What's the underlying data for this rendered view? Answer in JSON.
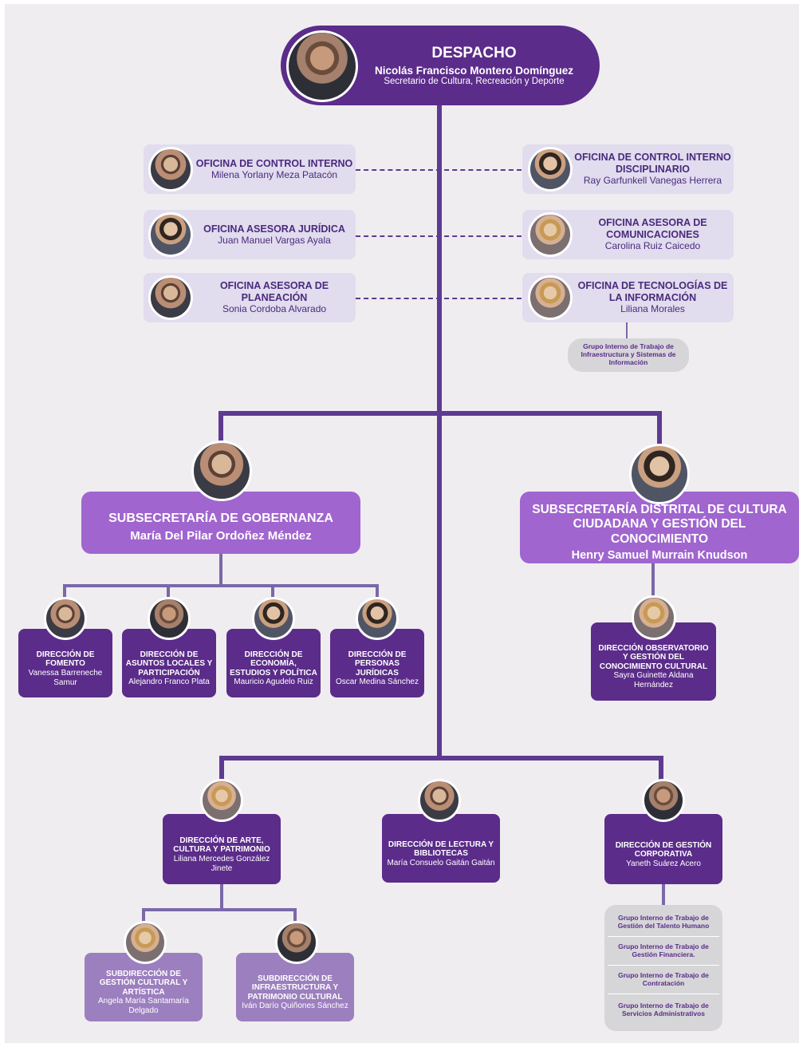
{
  "despacho": {
    "title": "DESPACHO",
    "name": "Nicolás Francisco Montero Domínguez",
    "role": "Secretario de Cultura, Recreación y Deporte"
  },
  "oficinas": [
    {
      "title": "OFICINA DE CONTROL INTERNO",
      "name": "Milena Yorlany Meza Patacón"
    },
    {
      "title": "OFICINA DE CONTROL INTERNO DISCIPLINARIO",
      "name": "Ray Garfunkell Vanegas Herrera"
    },
    {
      "title": "OFICINA ASESORA JURÍDICA",
      "name": "Juan Manuel Vargas Ayala"
    },
    {
      "title": "OFICINA ASESORA DE COMUNICACIONES",
      "name": "Carolina Ruiz Caicedo"
    },
    {
      "title": "OFICINA ASESORA DE PLANEACIÓN",
      "name": "Sonia Cordoba  Alvarado"
    },
    {
      "title": "OFICINA DE TECNOLOGÍAS DE LA INFORMACIÓN",
      "name": "Liliana Morales"
    }
  ],
  "grupo_ti": "Grupo Interno de Trabajo de Infraestructura y Sistemas de Información",
  "gobernanza": {
    "title": "SUBSECRETARÍA DE GOBERNANZA",
    "name": "María Del Pilar Ordoñez Méndez"
  },
  "cultura_ciudadana": {
    "title": "SUBSECRETARÍA DISTRITAL DE CULTURA CIUDADANA Y GESTIÓN DEL CONOCIMIENTO",
    "name": "Henry Samuel Murrain Knudson"
  },
  "direcciones_gobernanza": [
    {
      "title": "DIRECCIÓN DE FOMENTO",
      "name": "Vanessa Barreneche Samur"
    },
    {
      "title": "DIRECCIÓN DE ASUNTOS LOCALES Y PARTICIPACIÓN",
      "name": "Alejandro Franco Plata"
    },
    {
      "title": "DIRECCIÓN DE ECONOMÍA, ESTUDIOS Y POLÍTICA",
      "name": "Mauricio Agudelo Ruiz"
    },
    {
      "title": "DIRECCIÓN DE PERSONAS JURÍDICAS",
      "name": "Oscar Medina Sánchez"
    }
  ],
  "direccion_observatorio": {
    "title": "DIRECCIÓN OBSERVATORIO Y GESTIÓN DEL CONOCIMIENTO CULTURAL",
    "name": "Sayra Guinette Aldana Hernández"
  },
  "direcciones_base": [
    {
      "title": "DIRECCIÓN DE ARTE, CULTURA Y PATRIMONIO",
      "name": "Liliana Mercedes González Jinete"
    },
    {
      "title": "DIRECCIÓN DE LECTURA Y BIBLIOTECAS",
      "name": "María Consuelo Gaitán Gaitán"
    },
    {
      "title": "DIRECCIÓN DE GESTIÓN CORPORATIVA",
      "name": "Yaneth Suárez Acero"
    }
  ],
  "subdirecciones": [
    {
      "title": "SUBDIRECCIÓN DE GESTIÓN CULTURAL Y ARTÍSTICA",
      "name": "Angela María Santamaría Delgado"
    },
    {
      "title": "SUBDIRECCIÓN DE INFRAESTRUCTURA Y PATRIMONIO CULTURAL",
      "name": "Iván Darío Quiñones Sánchez"
    }
  ],
  "grupos_corporativa": [
    "Grupo Interno de Trabajo de Gestión del Talento Humano",
    "Grupo Interno de Trabajo de Gestión Financiera.",
    "Grupo Interno de Trabajo de Contratación",
    "Grupo Interno de Trabajo  de Servicios Administrativos"
  ]
}
